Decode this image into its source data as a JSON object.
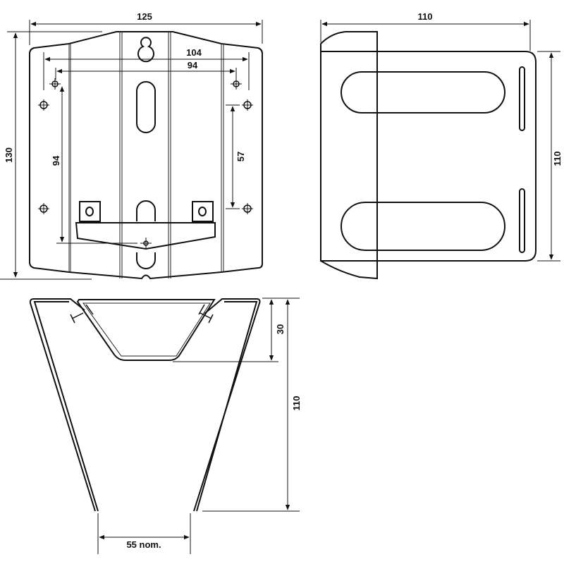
{
  "front_view": {
    "width_dim": "125",
    "height_dim": "130",
    "outer_hole_spacing": "104",
    "inner_hole_spacing": "94",
    "vertical_hole_spacing_left": "94",
    "vertical_hole_spacing_right": "57"
  },
  "side_view": {
    "width_dim": "110",
    "height_dim": "110"
  },
  "bottom_view": {
    "depth_dim": "30",
    "height_dim": "110",
    "opening_dim": "55 nom."
  }
}
